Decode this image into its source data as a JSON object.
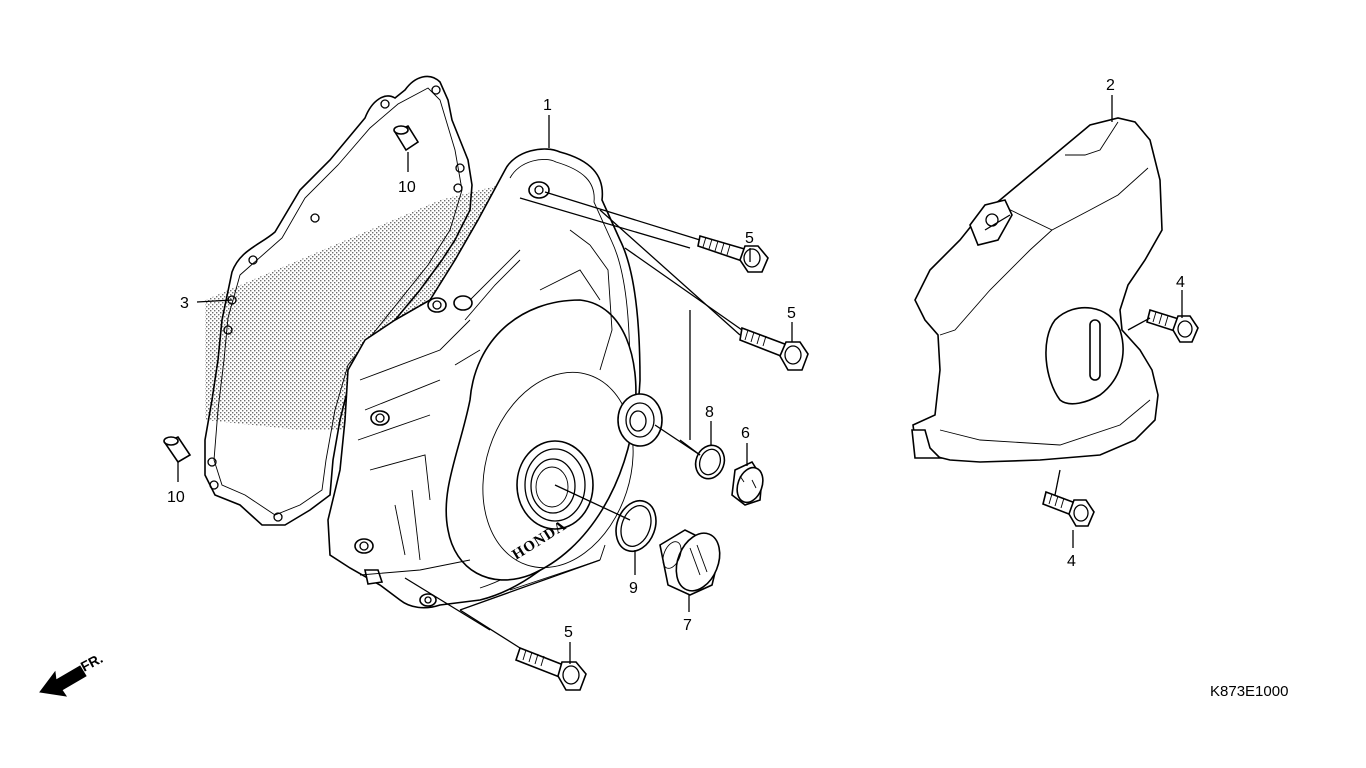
{
  "diagram": {
    "drawing_code": "K873E1000",
    "direction_label": "FR.",
    "brand_mark": "HONDA",
    "callouts": [
      {
        "id": "c1",
        "label": "1"
      },
      {
        "id": "c2",
        "label": "2"
      },
      {
        "id": "c3",
        "label": "3"
      },
      {
        "id": "c4a",
        "label": "4"
      },
      {
        "id": "c4b",
        "label": "4"
      },
      {
        "id": "c5a",
        "label": "5"
      },
      {
        "id": "c5b",
        "label": "5"
      },
      {
        "id": "c5c",
        "label": "5"
      },
      {
        "id": "c6",
        "label": "6"
      },
      {
        "id": "c7",
        "label": "7"
      },
      {
        "id": "c8",
        "label": "8"
      },
      {
        "id": "c9",
        "label": "9"
      },
      {
        "id": "c10a",
        "label": "10"
      },
      {
        "id": "c10b",
        "label": "10"
      }
    ]
  }
}
